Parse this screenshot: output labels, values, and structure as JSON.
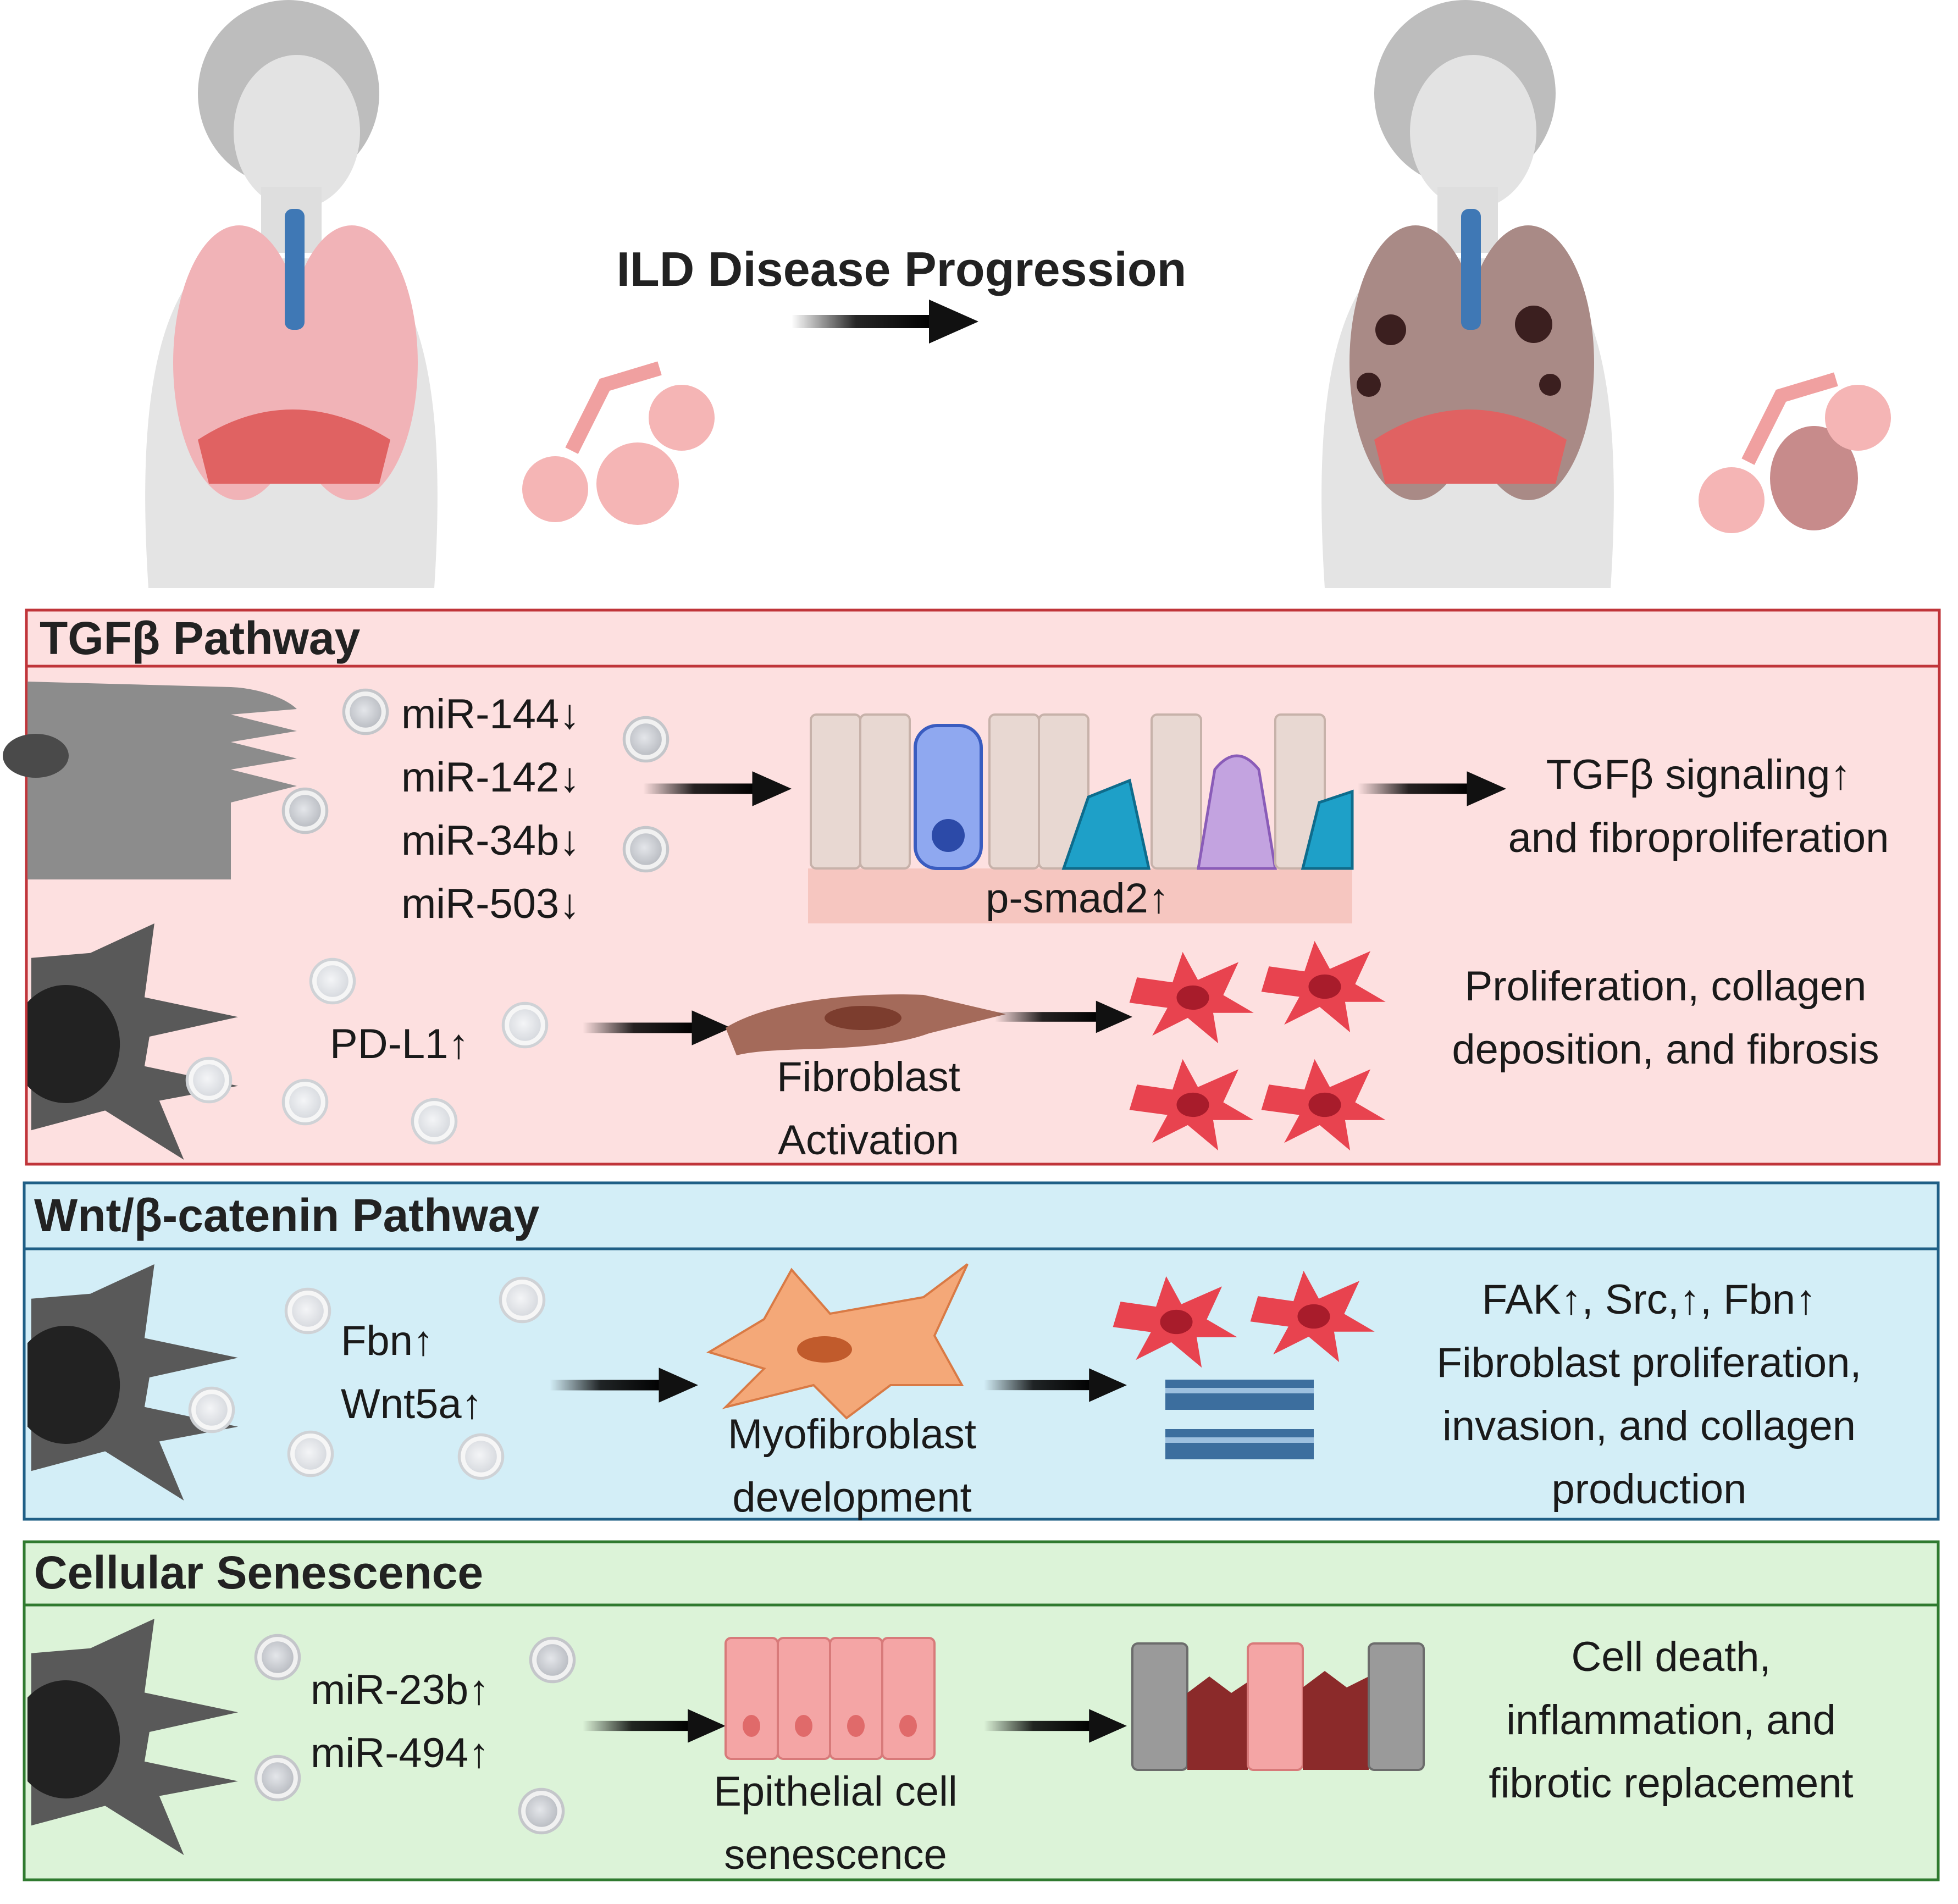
{
  "top": {
    "arrow_label": "ILD Disease Progression"
  },
  "tgfb": {
    "title": "TGFβ Pathway",
    "mirnas": [
      "miR-144↓",
      "miR-142↓",
      "miR-34b↓",
      "miR-503↓"
    ],
    "psmad": "p-smad2↑",
    "outcome1": [
      "TGFβ signaling↑",
      "and fibroproliferation"
    ],
    "pdl1": "PD-L1↑",
    "fibroblast_label": [
      "Fibroblast",
      "Activation"
    ],
    "outcome2": [
      "Proliferation, collagen",
      "deposition, and fibrosis"
    ]
  },
  "wnt": {
    "title": "Wnt/β-catenin Pathway",
    "markers": [
      "Fbn↑",
      "Wnt5a↑"
    ],
    "myo_label": [
      "Myofibroblast",
      "development"
    ],
    "outcome": [
      "FAK↑, Src,↑, Fbn↑",
      "Fibroblast proliferation,",
      "invasion, and collagen",
      "production"
    ]
  },
  "sen": {
    "title": "Cellular Senescence",
    "mirnas": [
      "miR-23b↑",
      "miR-494↑"
    ],
    "epi_label": [
      "Epithelial cell",
      "senescence"
    ],
    "outcome": [
      "Cell death,",
      "inflammation, and",
      "fibrotic replacement"
    ]
  },
  "colors": {
    "tgfb_fill": "#fde0e0",
    "tgfb_border": "#c0353a",
    "wnt_fill": "#d3eef7",
    "wnt_border": "#1f5f86",
    "sen_fill": "#dcf3d8",
    "sen_border": "#2f7a2f",
    "activated_fibroblast": "#e8434f"
  }
}
